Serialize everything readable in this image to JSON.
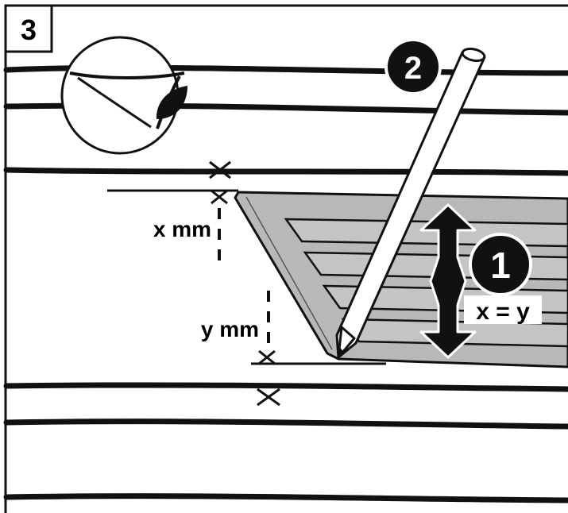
{
  "step": {
    "number": "3"
  },
  "callouts": [
    {
      "id": "callout-1",
      "number": "1"
    },
    {
      "id": "callout-2",
      "number": "2"
    }
  ],
  "labels": {
    "x_measure": "x mm",
    "y_measure": "y mm",
    "equation": "x = y"
  },
  "icons": {
    "eye": "eye-icon",
    "pencil": "pencil-icon",
    "measure_arrow": "double-arrow-icon"
  },
  "colors": {
    "line": "#111111",
    "panel_fill": "#b8b8b6",
    "callout_fill": "#111111",
    "callout_text": "#ffffff"
  }
}
